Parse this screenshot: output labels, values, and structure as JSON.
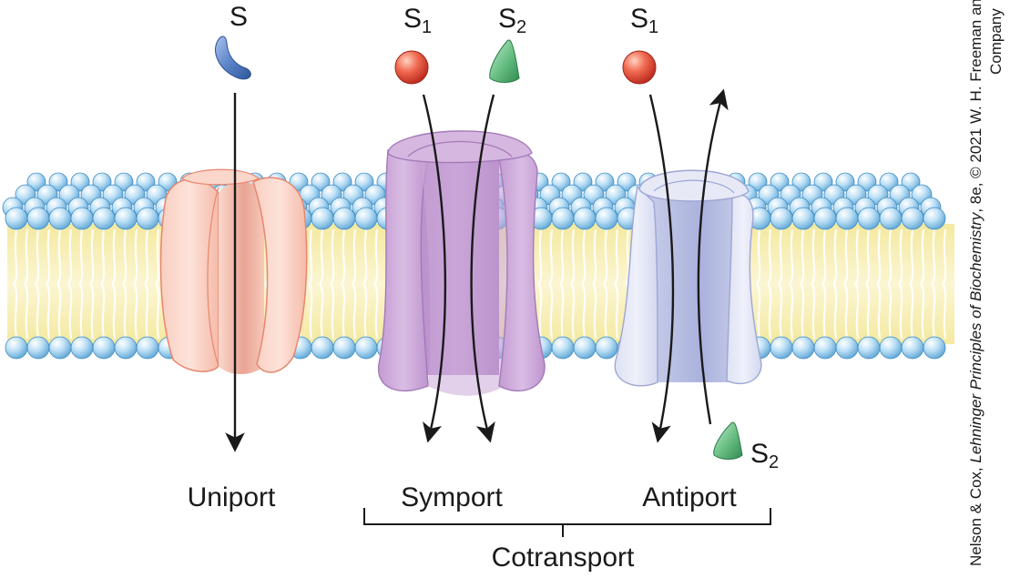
{
  "substrates": {
    "uniport_s": {
      "base": "S",
      "sub": ""
    },
    "symport_s1": {
      "base": "S",
      "sub": "1"
    },
    "symport_s2": {
      "base": "S",
      "sub": "2"
    },
    "antiport_s1": {
      "base": "S",
      "sub": "1"
    },
    "antiport_s2": {
      "base": "S",
      "sub": "2"
    }
  },
  "labels": {
    "uniport": "Uniport",
    "symport": "Symport",
    "antiport": "Antiport",
    "cotransport": "Cotransport"
  },
  "credit": {
    "line1_prefix": "Nelson & Cox, ",
    "line1_title": "Lehninger Principles of Biochemistry",
    "line1_suffix": ", 8e, © 2021 W. H. Freeman and",
    "line2": "Company"
  },
  "colors": {
    "uniport_protein": "#f7c7b8",
    "symport_protein": "#c9a6d4",
    "antiport_protein": "#d9dcee",
    "s_blue": "#4a74bf",
    "s1_red": "#e0463a",
    "s2_green": "#4ea86b",
    "membrane_tail": "#f6eeb0",
    "head_group": "#8fc6ea"
  }
}
